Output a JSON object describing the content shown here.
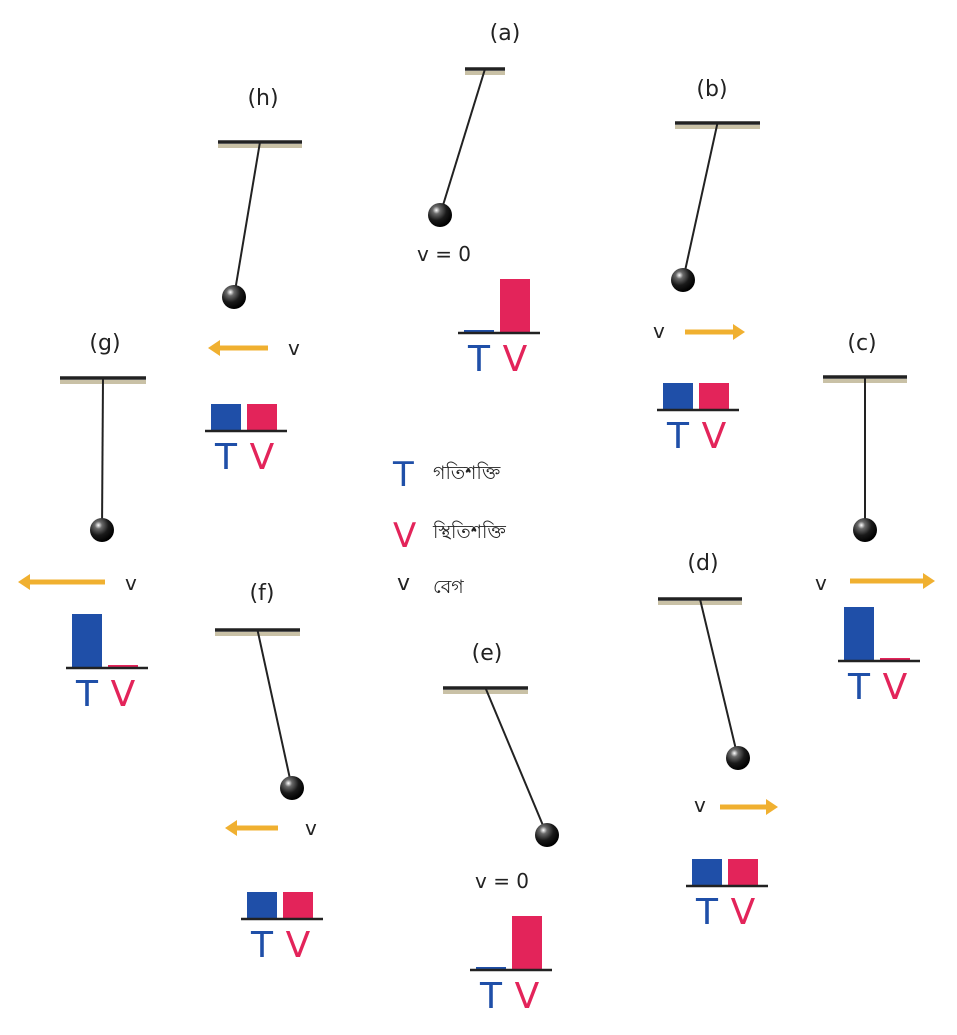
{
  "colors": {
    "kinetic": "#1f4fa8",
    "potential": "#e3245a",
    "arrow": "#f0b030",
    "ceiling": "#222222",
    "ceiling_shadow": "#c9c1a6",
    "string": "#222222",
    "bob": "#111111"
  },
  "letters": {
    "T": "T",
    "V": "V",
    "v": "v"
  },
  "legend": {
    "kinetic": {
      "symbol": "T",
      "text": "গতিশক্তি"
    },
    "potential": {
      "symbol": "V",
      "text": "স্থিতিশক্তি"
    },
    "velocity": {
      "symbol": "v",
      "text": "বেগ"
    }
  },
  "panels": [
    {
      "label": "(a)",
      "velocity_text": "v = 0",
      "arrow": "none",
      "T": 0,
      "V": 1
    },
    {
      "label": "(b)",
      "velocity_text": "v",
      "arrow": "right",
      "T": 0.5,
      "V": 0.5
    },
    {
      "label": "(c)",
      "velocity_text": "v",
      "arrow": "right",
      "T": 1,
      "V": 0
    },
    {
      "label": "(d)",
      "velocity_text": "v",
      "arrow": "right",
      "T": 0.5,
      "V": 0.5
    },
    {
      "label": "(e)",
      "velocity_text": "v = 0",
      "arrow": "none",
      "T": 0,
      "V": 1
    },
    {
      "label": "(f)",
      "velocity_text": "v",
      "arrow": "left",
      "T": 0.5,
      "V": 0.5
    },
    {
      "label": "(g)",
      "velocity_text": "v",
      "arrow": "left",
      "T": 1,
      "V": 0
    },
    {
      "label": "(h)",
      "velocity_text": "v",
      "arrow": "left",
      "T": 0.5,
      "V": 0.5
    }
  ]
}
